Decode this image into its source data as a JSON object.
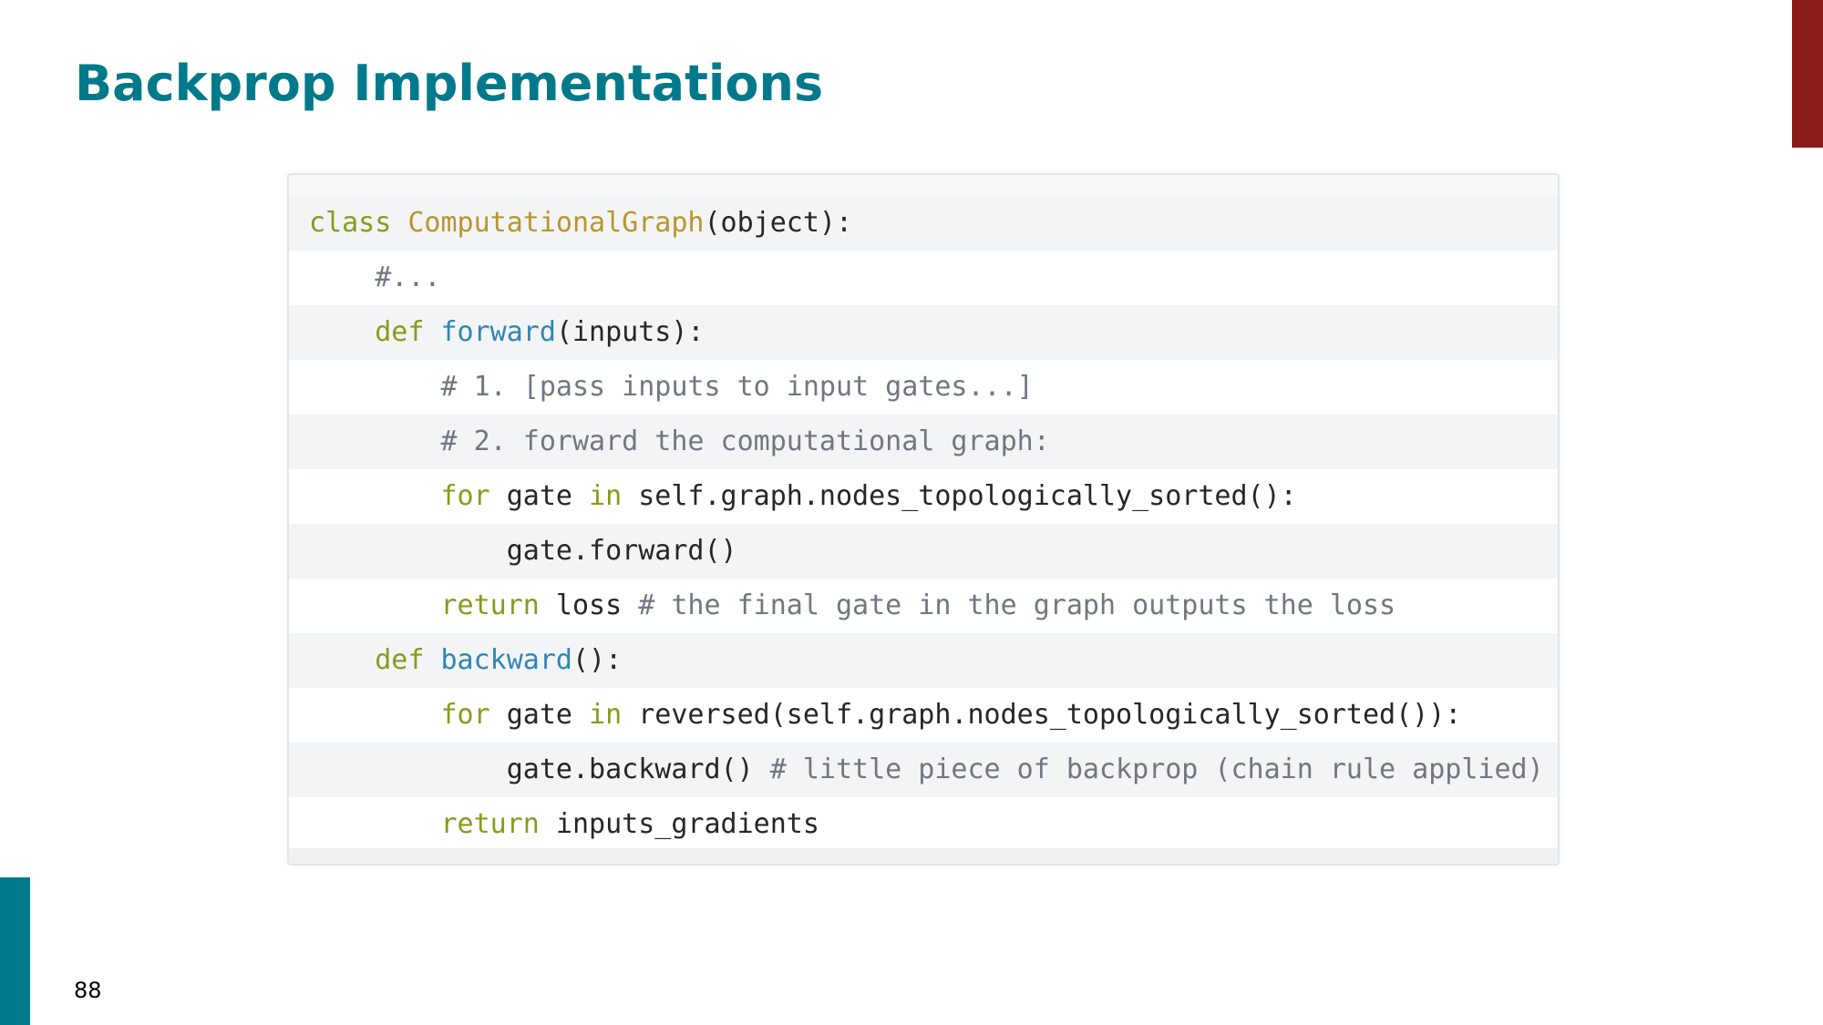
{
  "colors": {
    "title": "#007a8a",
    "accent_right": "#8b1a1a",
    "accent_left": "#007a8a"
  },
  "slide": {
    "title": "Backprop Implementations",
    "page_number": "88"
  },
  "code": {
    "lines": [
      [
        {
          "t": "class ",
          "c": "kw"
        },
        {
          "t": "ComputationalGraph",
          "c": "cls"
        },
        {
          "t": "(object):",
          "c": "tx"
        }
      ],
      [
        {
          "t": "    #...",
          "c": "cm"
        }
      ],
      [
        {
          "t": "    ",
          "c": "tx"
        },
        {
          "t": "def ",
          "c": "kw"
        },
        {
          "t": "forward",
          "c": "fn"
        },
        {
          "t": "(inputs):",
          "c": "tx"
        }
      ],
      [
        {
          "t": "        # 1. [pass inputs to input gates...]",
          "c": "cm"
        }
      ],
      [
        {
          "t": "        # 2. forward the computational graph:",
          "c": "cm"
        }
      ],
      [
        {
          "t": "        ",
          "c": "tx"
        },
        {
          "t": "for",
          "c": "kw"
        },
        {
          "t": " gate ",
          "c": "tx"
        },
        {
          "t": "in",
          "c": "kw"
        },
        {
          "t": " self.graph.nodes_topologically_sorted():",
          "c": "tx"
        }
      ],
      [
        {
          "t": "            gate.forward()",
          "c": "tx"
        }
      ],
      [
        {
          "t": "        ",
          "c": "tx"
        },
        {
          "t": "return",
          "c": "kw"
        },
        {
          "t": " loss ",
          "c": "tx"
        },
        {
          "t": "# the final gate in the graph outputs the loss",
          "c": "cm"
        }
      ],
      [
        {
          "t": "    ",
          "c": "tx"
        },
        {
          "t": "def ",
          "c": "kw"
        },
        {
          "t": "backward",
          "c": "fn"
        },
        {
          "t": "():",
          "c": "tx"
        }
      ],
      [
        {
          "t": "        ",
          "c": "tx"
        },
        {
          "t": "for",
          "c": "kw"
        },
        {
          "t": " gate ",
          "c": "tx"
        },
        {
          "t": "in",
          "c": "kw"
        },
        {
          "t": " reversed(self.graph.nodes_topologically_sorted()):",
          "c": "tx"
        }
      ],
      [
        {
          "t": "            gate.backward() ",
          "c": "tx"
        },
        {
          "t": "# little piece of backprop (chain rule applied)",
          "c": "cm"
        }
      ],
      [
        {
          "t": "        ",
          "c": "tx"
        },
        {
          "t": "return",
          "c": "kw"
        },
        {
          "t": " inputs_gradients",
          "c": "tx"
        }
      ]
    ]
  }
}
